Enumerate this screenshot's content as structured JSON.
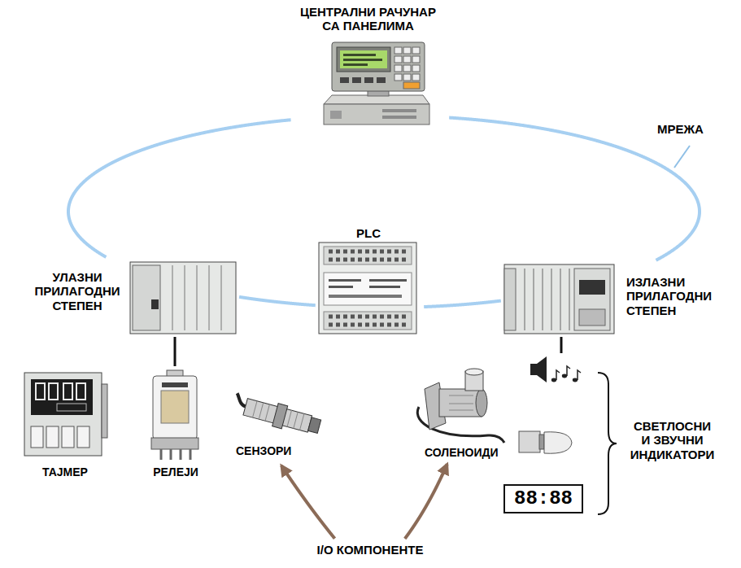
{
  "diagram": {
    "nodes": [
      {
        "text": [
          "ЦЕНТРАЛНИ РАЧУНАР СА ПАНЕЛИМА"
        ]
      },
      {
        "text": [
          "УЛАЗНИ ПРИЛАГОДНИ СТЕПЕН"
        ]
      },
      {
        "text": [
          "PLC"
        ]
      },
      {
        "text": [
          "ИЗЛАЗНИ ПРИЛАГОДНИ СТЕПЕН"
        ]
      },
      {
        "text": [
          "ТАЈМЕР"
        ]
      },
      {
        "text": [
          "РЕЛЕЈИ"
        ]
      },
      {
        "text": [
          "СЕНЗОРИ"
        ]
      },
      {
        "text": [
          "СОЛЕНОИДИ"
        ]
      },
      {
        "text": [
          "СВЕТЛОСНИ И ЗВУЧНИ ИНДИКАТОРИ"
        ]
      },
      {
        "text": [
          "I/O КОМПОНЕНТЕ"
        ]
      }
    ],
    "edges": [
      {
        "from": 0,
        "to": 1,
        "arrow": "none"
      },
      {
        "from": 0,
        "to": 3,
        "arrow": "none"
      },
      {
        "from": 1,
        "to": 2,
        "arrow": "none"
      },
      {
        "from": 2,
        "to": 3,
        "arrow": "none"
      },
      {
        "from": 1,
        "to": 5,
        "arrow": "none"
      },
      {
        "from": 3,
        "to": 8,
        "arrow": "none"
      },
      {
        "from": 9,
        "to": 6,
        "arrow": "to"
      },
      {
        "from": 9,
        "to": 7,
        "arrow": "to"
      }
    ],
    "labels": [
      "МРЕЖА",
      "88:88"
    ]
  }
}
